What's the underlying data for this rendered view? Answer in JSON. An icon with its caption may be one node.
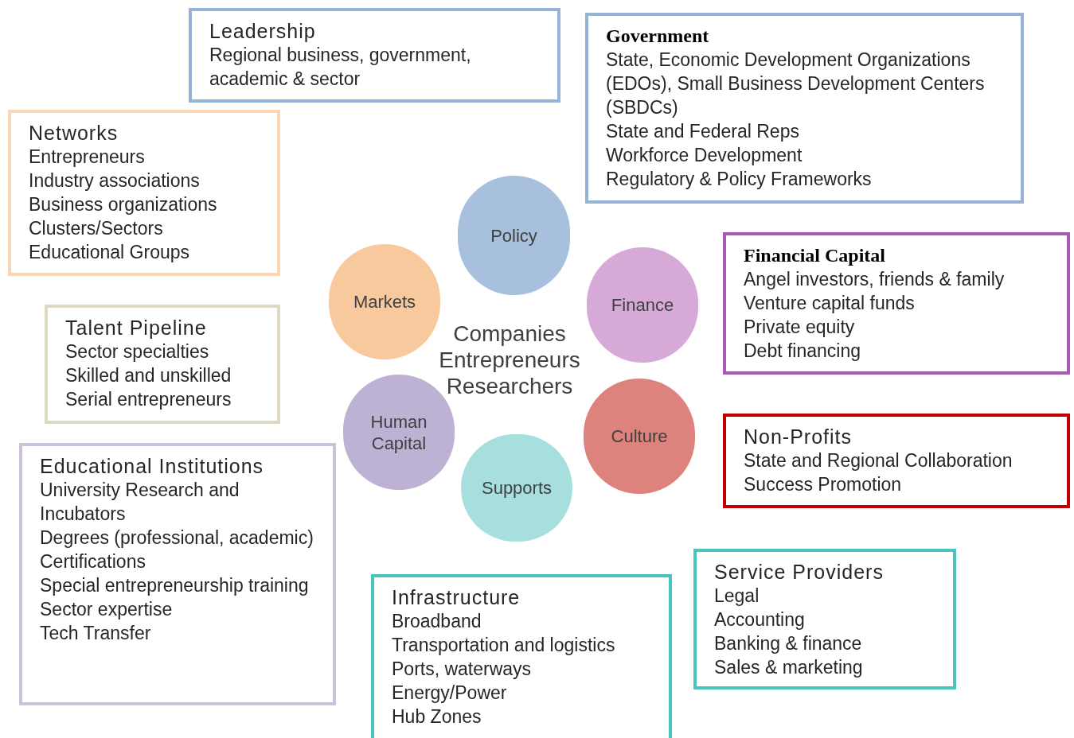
{
  "diagram": {
    "nodes": [
      {
        "text": [
          "Leadership",
          "Regional business, government, academic & sector"
        ]
      },
      {
        "text": [
          "Government",
          "State, Economic Development Organizations (EDOs), Small Business Development Centers (SBDCs)",
          "State and Federal Reps",
          "Workforce Development",
          "Regulatory & Policy Frameworks"
        ]
      },
      {
        "text": [
          "Networks",
          "Entrepreneurs",
          "Industry associations",
          "Business organizations",
          "Clusters/Sectors",
          "Educational Groups"
        ]
      },
      {
        "text": [
          "Policy"
        ]
      },
      {
        "text": [
          "Financial Capital",
          "Angel investors, friends & family",
          "Venture capital funds",
          "Private equity",
          "Debt financing"
        ]
      },
      {
        "text": [
          "Markets"
        ]
      },
      {
        "text": [
          "Finance"
        ]
      },
      {
        "text": [
          "Talent Pipeline",
          "Sector specialties",
          "Skilled and unskilled",
          "Serial entrepreneurs"
        ]
      },
      {
        "text": [
          "Human Capital"
        ]
      },
      {
        "text": [
          "Culture"
        ]
      },
      {
        "text": [
          "Non-Profits",
          "State and Regional Collaboration",
          "Success Promotion"
        ]
      },
      {
        "text": [
          "Educational Institutions",
          "University Research and Incubators",
          "Degrees (professional, academic)",
          "Certifications",
          "Special entrepreneurship training",
          "Sector expertise",
          "Tech Transfer"
        ]
      },
      {
        "text": [
          "Supports"
        ]
      },
      {
        "text": [
          "Service Providers",
          "Legal",
          "Accounting",
          "Banking & finance",
          "Sales & marketing"
        ]
      },
      {
        "text": [
          "Infrastructure",
          "Broadband",
          "Transportation and logistics",
          "Ports, waterways",
          "Energy/Power",
          "Hub Zones"
        ]
      }
    ],
    "labels": [
      "Companies",
      "Entrepreneurs",
      "Researchers"
    ]
  }
}
